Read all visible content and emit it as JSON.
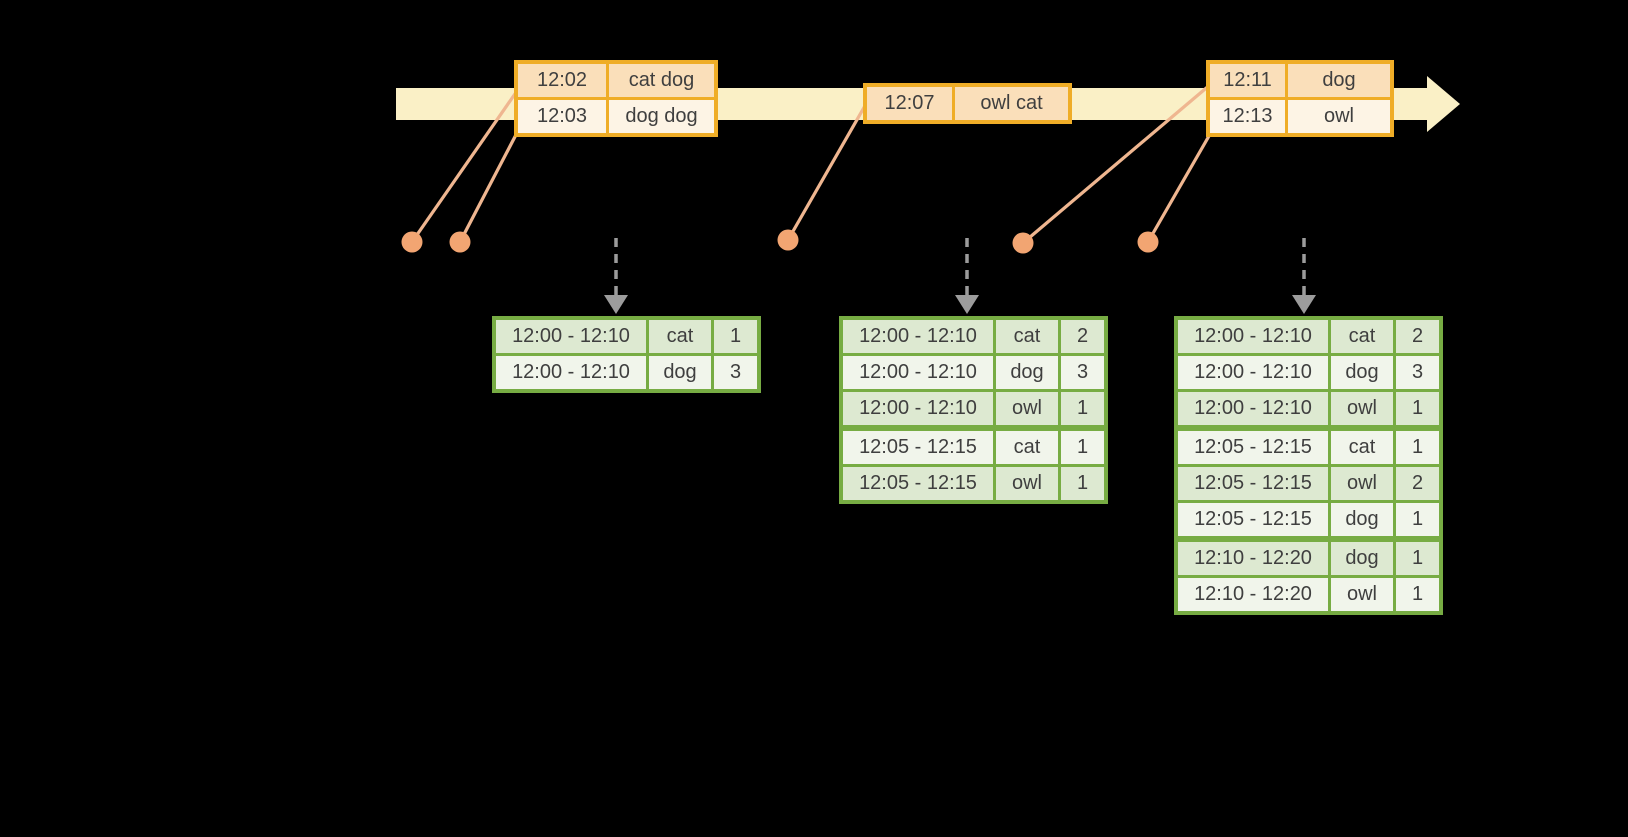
{
  "palette": {
    "background": "#000000",
    "timeline_band": "#faf0c6",
    "event_border": "#efad27",
    "event_row_dark": "#fadfba",
    "event_row_light": "#fdf4e5",
    "result_border": "#77ac43",
    "result_row_dark": "#dde9d1",
    "result_row_light": "#f1f5eb",
    "marker_dot": "#f2a572",
    "marker_line": "#efb690",
    "trigger_arrow": "#9c9c9c",
    "text": "#3f3f3f"
  },
  "event_tables": [
    {
      "rows": [
        {
          "time": "12:02",
          "words": "cat dog"
        },
        {
          "time": "12:03",
          "words": "dog dog"
        }
      ]
    },
    {
      "rows": [
        {
          "time": "12:07",
          "words": "owl cat"
        }
      ]
    },
    {
      "rows": [
        {
          "time": "12:11",
          "words": "dog"
        },
        {
          "time": "12:13",
          "words": "owl"
        }
      ]
    }
  ],
  "result_tables": [
    {
      "group_starts": [],
      "rows": [
        {
          "window": "12:00 - 12:10",
          "word": "cat",
          "count": "1"
        },
        {
          "window": "12:00 - 12:10",
          "word": "dog",
          "count": "3"
        }
      ]
    },
    {
      "group_starts": [
        3
      ],
      "rows": [
        {
          "window": "12:00 - 12:10",
          "word": "cat",
          "count": "2"
        },
        {
          "window": "12:00 - 12:10",
          "word": "dog",
          "count": "3"
        },
        {
          "window": "12:00 - 12:10",
          "word": "owl",
          "count": "1"
        },
        {
          "window": "12:05 - 12:15",
          "word": "cat",
          "count": "1"
        },
        {
          "window": "12:05 - 12:15",
          "word": "owl",
          "count": "1"
        }
      ]
    },
    {
      "group_starts": [
        3,
        6
      ],
      "rows": [
        {
          "window": "12:00 - 12:10",
          "word": "cat",
          "count": "2"
        },
        {
          "window": "12:00 - 12:10",
          "word": "dog",
          "count": "3"
        },
        {
          "window": "12:00 - 12:10",
          "word": "owl",
          "count": "1"
        },
        {
          "window": "12:05 - 12:15",
          "word": "cat",
          "count": "1"
        },
        {
          "window": "12:05 - 12:15",
          "word": "owl",
          "count": "2"
        },
        {
          "window": "12:05 - 12:15",
          "word": "dog",
          "count": "1"
        },
        {
          "window": "12:10 - 12:20",
          "word": "dog",
          "count": "1"
        },
        {
          "window": "12:10 - 12:20",
          "word": "owl",
          "count": "1"
        }
      ]
    }
  ]
}
